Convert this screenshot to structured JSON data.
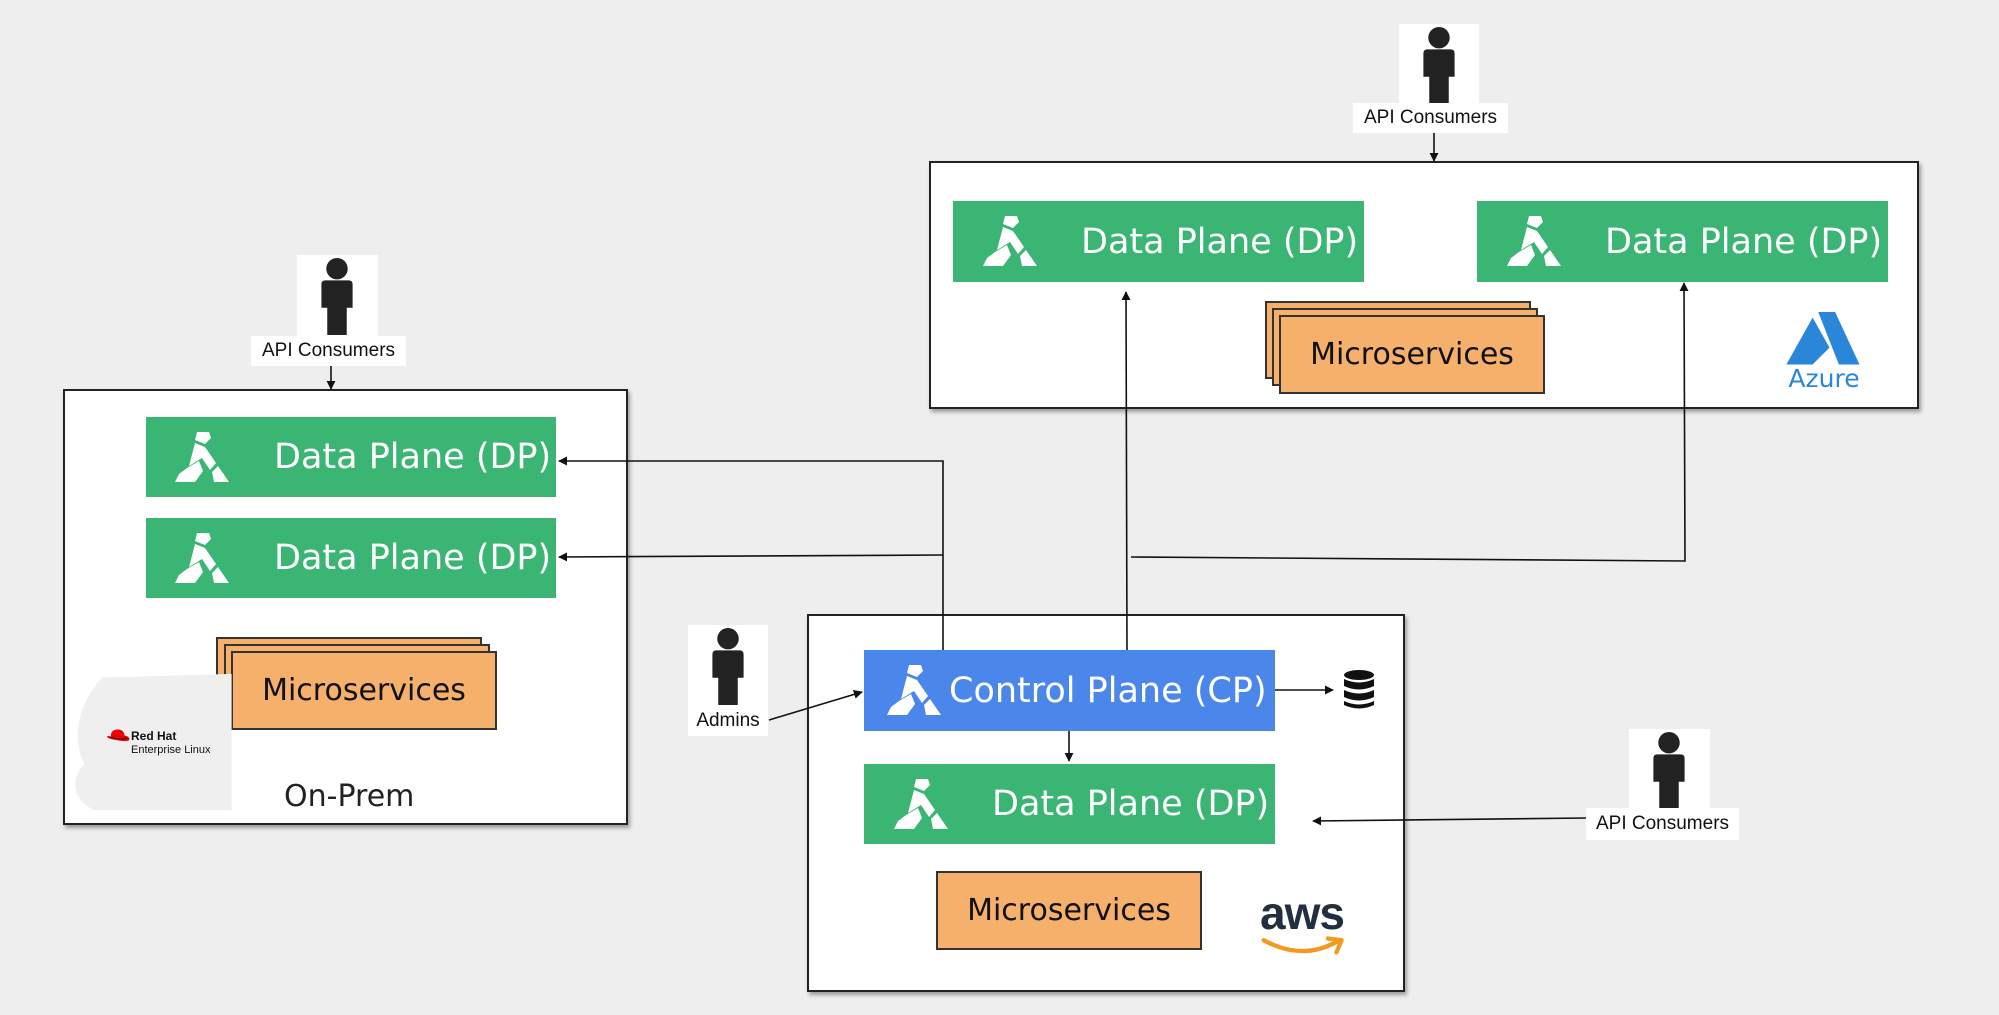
{
  "colors": {
    "background": "#eeeeee",
    "data_plane": "#3ab573",
    "control_plane": "#4b87ea",
    "microservices": "#f5b06b",
    "azure_blue": "#2a86d8",
    "aws_orange": "#f29a1f"
  },
  "on_prem": {
    "caption": "On-Prem",
    "data_plane_1": "Data Plane (DP)",
    "data_plane_2": "Data Plane (DP)",
    "microservices": "Microservices",
    "os_logo": {
      "icon": "redhat-hat-icon",
      "brand": "Red Hat",
      "product": "Enterprise Linux"
    },
    "consumers": {
      "label": "API Consumers",
      "icon": "person-icon"
    }
  },
  "azure": {
    "data_plane_1": "Data Plane (DP)",
    "data_plane_2": "Data Plane (DP)",
    "microservices": "Microservices",
    "logo": {
      "icon": "azure-logo-icon",
      "text": "Azure"
    },
    "consumers": {
      "label": "API Consumers",
      "icon": "person-icon"
    }
  },
  "aws": {
    "control_plane": "Control Plane (CP)",
    "data_plane": "Data Plane (DP)",
    "microservices": "Microservices",
    "logo": {
      "icon": "aws-smile-icon",
      "text": "aws"
    },
    "database": {
      "icon": "database-icon"
    },
    "consumers": {
      "label": "API Consumers",
      "icon": "person-icon"
    },
    "admins": {
      "label": "Admins",
      "icon": "person-icon"
    }
  }
}
